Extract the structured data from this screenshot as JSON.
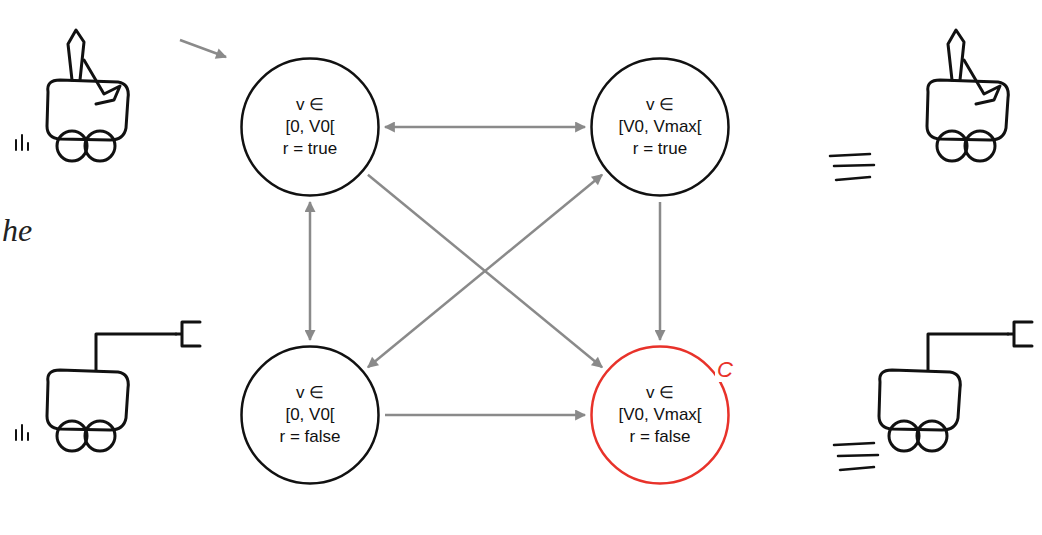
{
  "diagram": {
    "nodes": [
      {
        "text": [
          "v ∈",
          "[0, V0[",
          "r = true"
        ]
      },
      {
        "text": [
          "v ∈",
          "[V0, Vmax[",
          "r = true"
        ]
      },
      {
        "text": [
          "v ∈",
          "[0, V0[",
          "r = false"
        ]
      },
      {
        "text": [
          "v ∈",
          "[V0, Vmax[",
          "r = false"
        ]
      }
    ],
    "edges": [
      {
        "from": 0,
        "to": 1,
        "arrow": "both"
      },
      {
        "from": 0,
        "to": 2,
        "arrow": "both"
      },
      {
        "from": 0,
        "to": 3,
        "arrow": "to"
      },
      {
        "from": 1,
        "to": 2,
        "arrow": "both"
      },
      {
        "from": 1,
        "to": 3,
        "arrow": "to"
      },
      {
        "from": 2,
        "to": 3,
        "arrow": "to"
      }
    ],
    "labels": [
      "C",
      "he"
    ]
  }
}
